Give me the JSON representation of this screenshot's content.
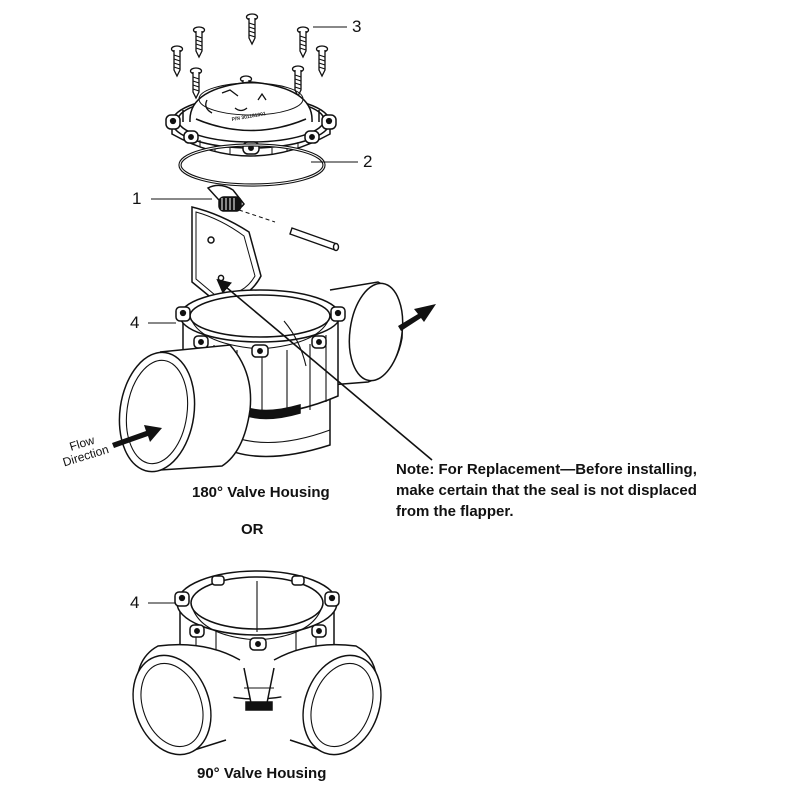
{
  "callouts": {
    "c1": "1",
    "c2": "2",
    "c3": "3",
    "c4_top": "4",
    "c4_bottom": "4"
  },
  "flow_label": {
    "line1": "Flow",
    "line2": "Direction"
  },
  "note": {
    "line1": "Note: For Replacement—Before installing,",
    "line2": "make certain that the seal is not displaced",
    "line3": "from the flapper."
  },
  "captions": {
    "housing_180": "180° Valve Housing",
    "or": "OR",
    "housing_90": "90° Valve Housing"
  },
  "lid_stamp": "P/N 301181901",
  "icons": {
    "screw": "screw-icon",
    "seal": "o-ring-seal-icon",
    "flapper": "flapper-icon",
    "pin": "hinge-pin-icon",
    "arrow": "arrow-icon"
  }
}
